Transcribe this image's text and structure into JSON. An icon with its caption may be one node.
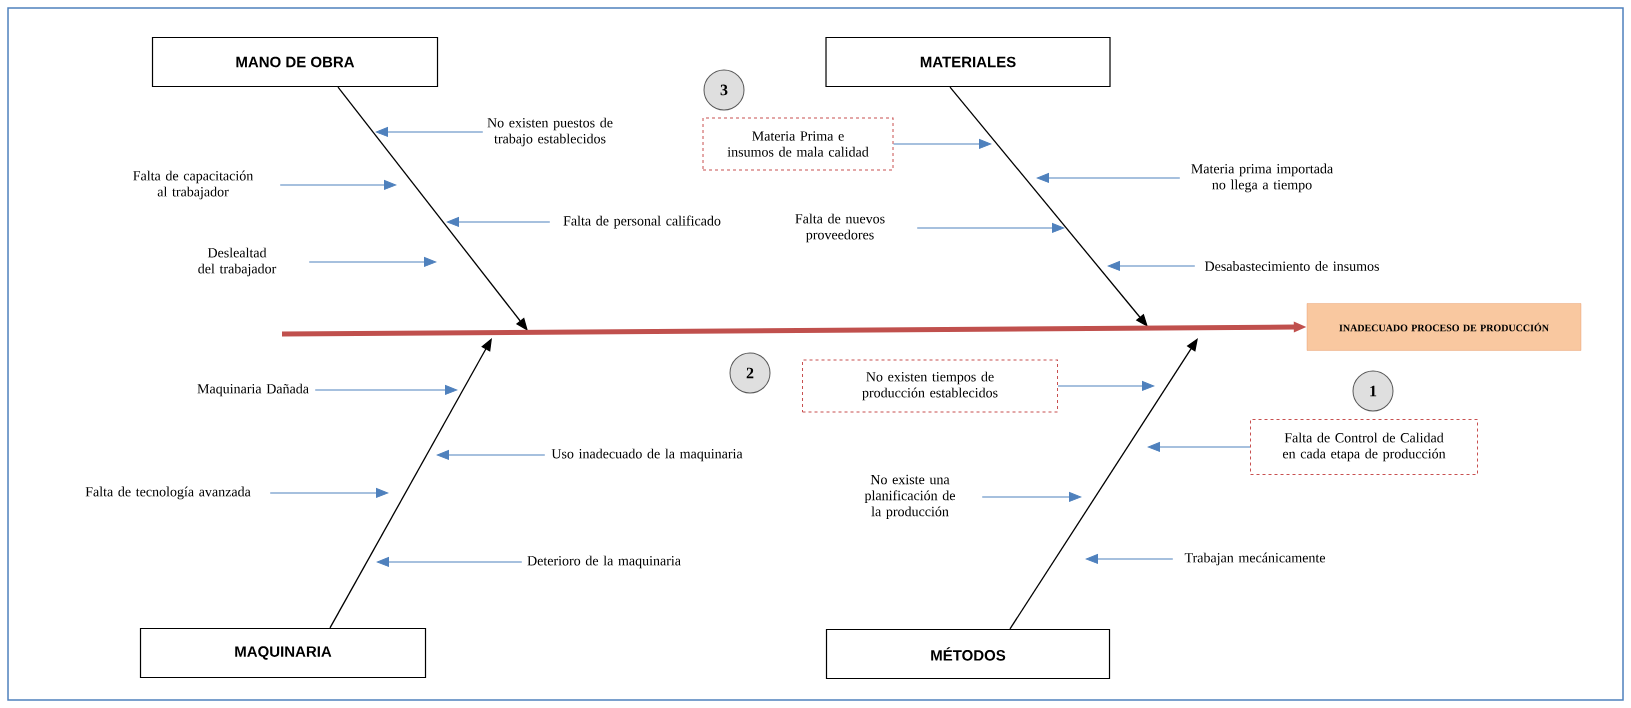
{
  "diagram": {
    "nodes": [
      {
        "text": [
          "MANO DE OBRA"
        ]
      },
      {
        "text": [
          "MATERIALES"
        ]
      },
      {
        "text": [
          "3"
        ]
      },
      {
        "text": [
          "No existen puestos de trabajo establecidos"
        ]
      },
      {
        "text": [
          "Materia Prima e insumos de mala calidad"
        ]
      },
      {
        "text": [
          "Falta de capacitación al trabajador"
        ]
      },
      {
        "text": [
          "Materia prima importada no llega a tiempo"
        ]
      },
      {
        "text": [
          "Falta de personal calificado"
        ]
      },
      {
        "text": [
          "Falta de nuevos proveedores"
        ]
      },
      {
        "text": [
          "Deslealtad del trabajador"
        ]
      },
      {
        "text": [
          "Desabastecimiento de insumos"
        ]
      },
      {
        "text": [
          "INADECUADO PROCESO DE PRODUCCIÓN"
        ]
      },
      {
        "text": [
          "2"
        ]
      },
      {
        "text": [
          "No existen tiempos de producción establecidos"
        ]
      },
      {
        "text": [
          "1"
        ]
      },
      {
        "text": [
          "Maquinaria Dañada"
        ]
      },
      {
        "text": [
          "Falta de Control de Calidad en cada etapa de producción"
        ]
      },
      {
        "text": [
          "Uso inadecuado de la maquinaria"
        ]
      },
      {
        "text": [
          "Falta de tecnología avanzada"
        ]
      },
      {
        "text": [
          "No existe una planificación de la producción"
        ]
      },
      {
        "text": [
          "Deterioro de la maquinaria"
        ]
      },
      {
        "text": [
          "Trabajan mecánicamente"
        ]
      },
      {
        "text": [
          "MAQUINARIA"
        ]
      },
      {
        "text": [
          "MÉTODOS"
        ]
      }
    ],
    "edges": [
      {
        "from": 0,
        "to": null,
        "arrow": "to",
        "color": "#000000"
      },
      {
        "from": 1,
        "to": null,
        "arrow": "to",
        "color": "#000000"
      },
      {
        "from": 22,
        "to": null,
        "arrow": "to",
        "color": "#000000"
      },
      {
        "from": 23,
        "to": null,
        "arrow": "to",
        "color": "#000000"
      },
      {
        "from": null,
        "to": 11,
        "arrow": "to",
        "style": "thick",
        "color": "#c0504d"
      },
      {
        "from": 3,
        "to": null,
        "arrow": "to"
      },
      {
        "from": 4,
        "to": null,
        "arrow": "to"
      },
      {
        "from": 5,
        "to": null,
        "arrow": "to"
      },
      {
        "from": 6,
        "to": null,
        "arrow": "to"
      },
      {
        "from": 7,
        "to": null,
        "arrow": "to"
      },
      {
        "from": 8,
        "to": null,
        "arrow": "to"
      },
      {
        "from": 9,
        "to": null,
        "arrow": "to"
      },
      {
        "from": 10,
        "to": null,
        "arrow": "to"
      },
      {
        "from": 13,
        "to": null,
        "arrow": "to"
      },
      {
        "from": 15,
        "to": null,
        "arrow": "to"
      },
      {
        "from": 16,
        "to": null,
        "arrow": "to"
      },
      {
        "from": 17,
        "to": null,
        "arrow": "to"
      },
      {
        "from": 18,
        "to": null,
        "arrow": "to"
      },
      {
        "from": 19,
        "to": null,
        "arrow": "to"
      },
      {
        "from": 20,
        "to": null,
        "arrow": "to"
      },
      {
        "from": 21,
        "to": null,
        "arrow": "to"
      }
    ]
  }
}
